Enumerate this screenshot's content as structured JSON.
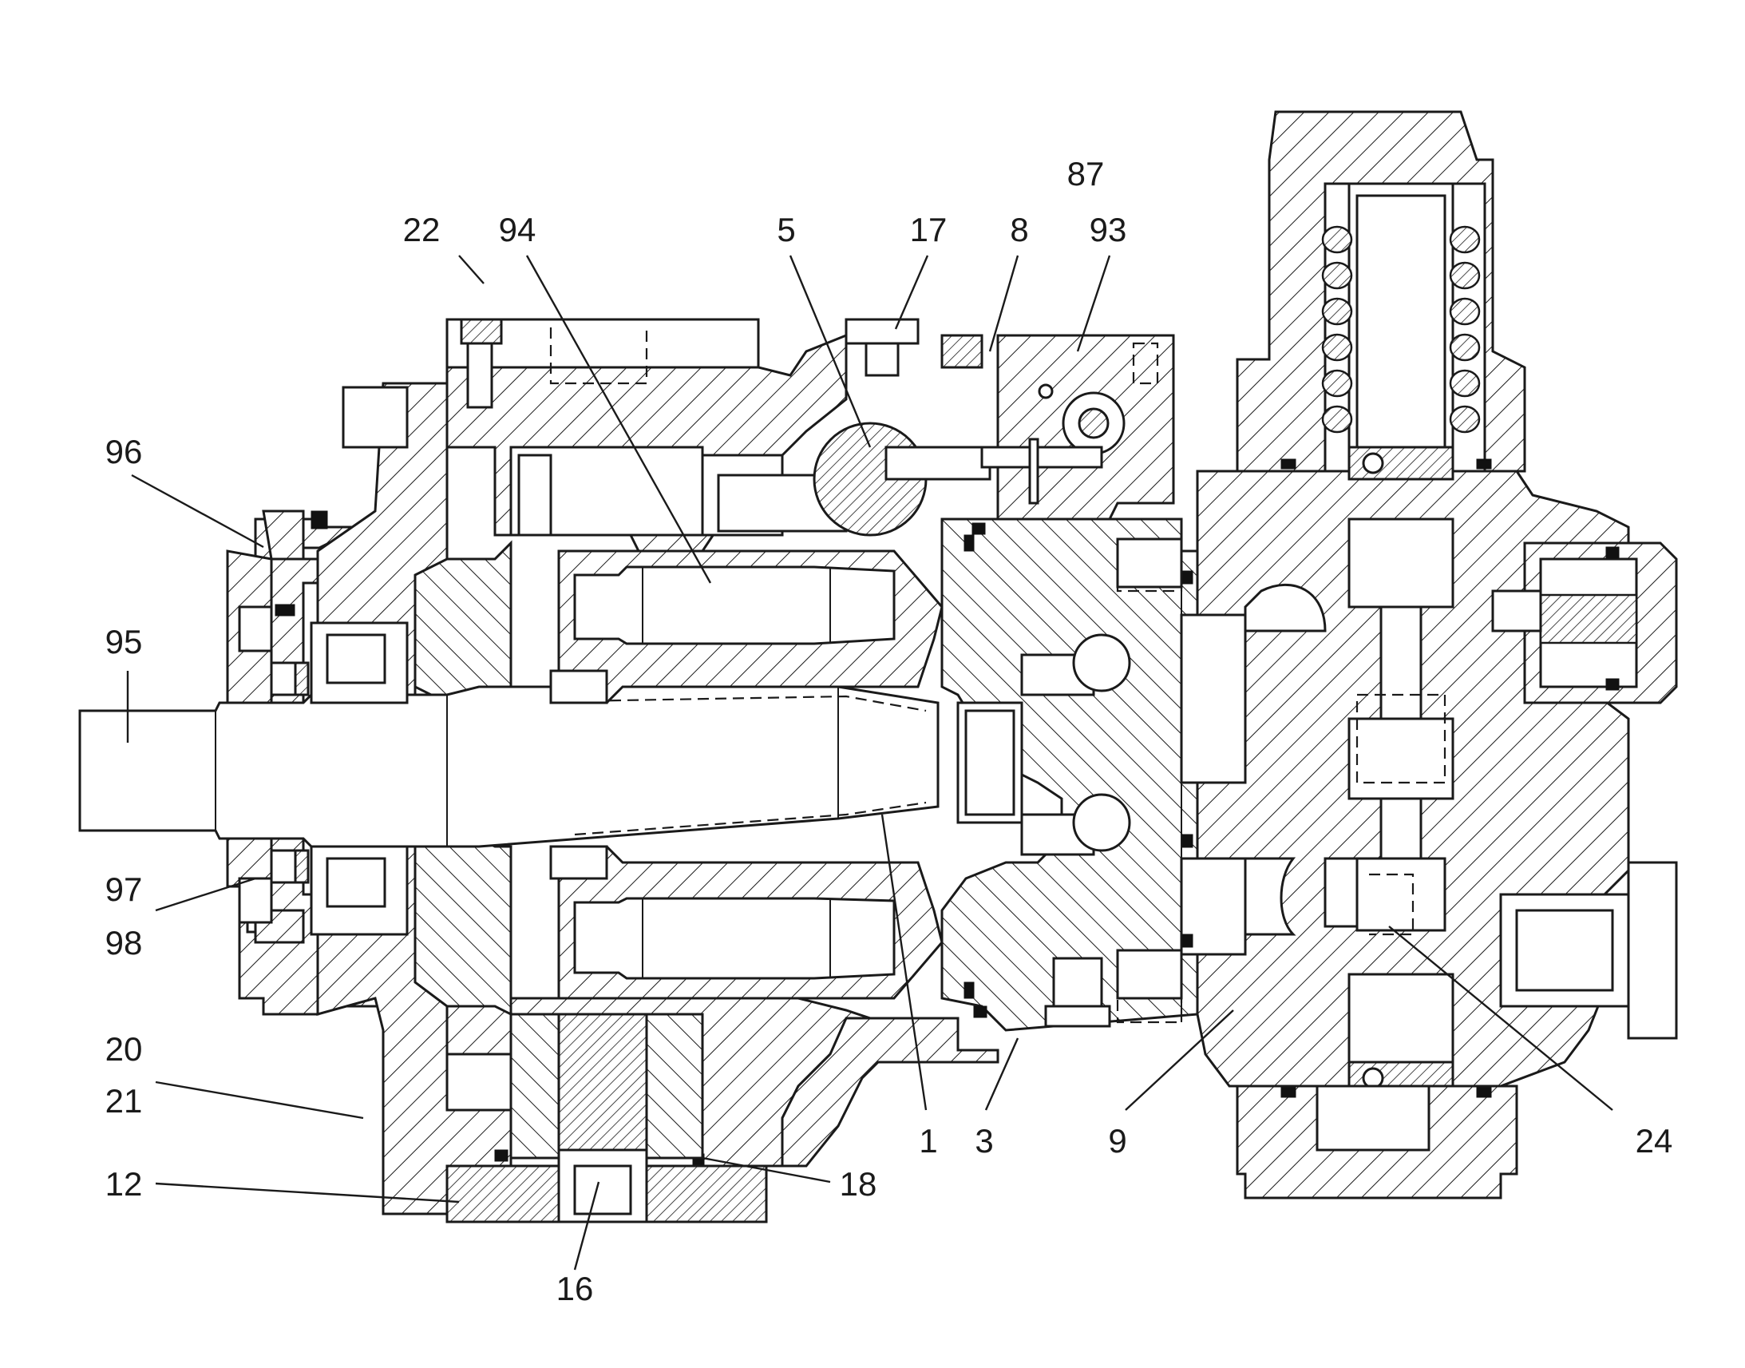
{
  "diagram": {
    "type": "sectional-assembly-drawing",
    "line_color": "#1a1a1a",
    "background": "#ffffff",
    "callouts": [
      {
        "id": "c-87",
        "label": "87"
      },
      {
        "id": "c-22",
        "label": "22"
      },
      {
        "id": "c-94",
        "label": "94"
      },
      {
        "id": "c-5",
        "label": "5"
      },
      {
        "id": "c-17",
        "label": "17"
      },
      {
        "id": "c-8",
        "label": "8"
      },
      {
        "id": "c-93",
        "label": "93"
      },
      {
        "id": "c-96",
        "label": "96"
      },
      {
        "id": "c-95",
        "label": "95"
      },
      {
        "id": "c-97",
        "label": "97"
      },
      {
        "id": "c-98",
        "label": "98"
      },
      {
        "id": "c-20",
        "label": "20"
      },
      {
        "id": "c-21",
        "label": "21"
      },
      {
        "id": "c-12",
        "label": "12"
      },
      {
        "id": "c-18",
        "label": "18"
      },
      {
        "id": "c-16",
        "label": "16"
      },
      {
        "id": "c-1",
        "label": "1"
      },
      {
        "id": "c-3",
        "label": "3"
      },
      {
        "id": "c-9",
        "label": "9"
      },
      {
        "id": "c-24",
        "label": "24"
      }
    ]
  }
}
